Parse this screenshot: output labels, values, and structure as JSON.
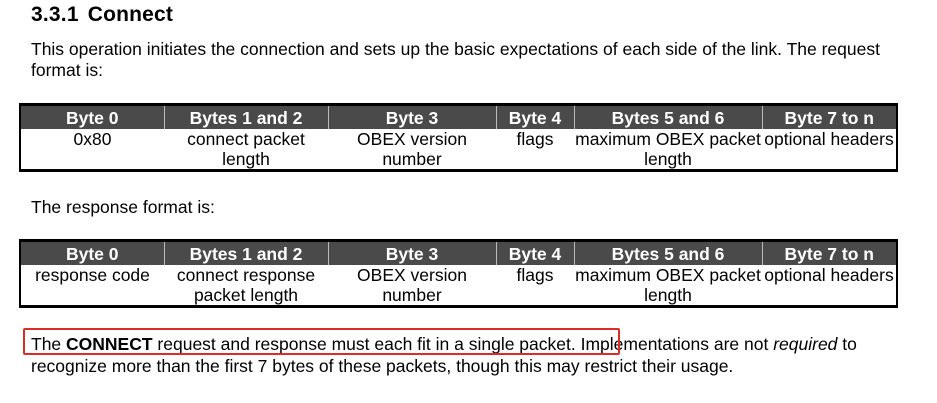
{
  "section": {
    "number": "3.3.1",
    "title": "Connect"
  },
  "intro": "This operation initiates the connection and sets up the basic expectations of each side of the link. The request format is:",
  "request_table": {
    "headers": [
      "Byte 0",
      "Bytes 1 and 2",
      "Byte 3",
      "Byte 4",
      "Bytes 5 and 6",
      "Byte 7 to n"
    ],
    "rows": [
      [
        "0x80",
        "connect packet length",
        "OBEX version number",
        "flags",
        "maximum OBEX packet length",
        "optional headers"
      ]
    ]
  },
  "response_label": "The response format is:",
  "response_table": {
    "headers": [
      "Byte 0",
      "Bytes 1 and 2",
      "Byte 3",
      "Byte 4",
      "Bytes 5 and 6",
      "Byte 7 to n"
    ],
    "rows": [
      [
        "response code",
        "connect response packet length",
        "OBEX version number",
        "flags",
        "maximum OBEX packet length",
        "optional headers"
      ]
    ]
  },
  "closing": {
    "prefix": "The ",
    "bold": "CONNECT",
    "mid": " request and response must each fit in a single packet.",
    "rest1": " Implementations are not ",
    "italic": "required",
    "rest2": " to recognize more than the first 7 bytes of these packets, though this may restrict their usage."
  },
  "highlight_color": "#e02b25"
}
